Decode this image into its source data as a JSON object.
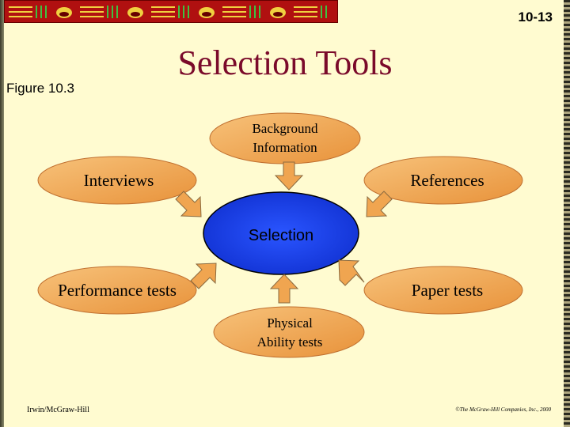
{
  "slide_number": "10-13",
  "figure_label": "Figure 10.3",
  "title": "Selection Tools",
  "nodes": {
    "background": "Background\nInformation",
    "interviews": "Interviews",
    "references": "References",
    "selection": "Selection",
    "performance": "Performance tests",
    "paper": "Paper tests",
    "physical": "Physical\nAbility tests"
  },
  "footer": {
    "left": "Irwin/McGraw-Hill",
    "right": "©The McGraw-Hill Companies, Inc., 2000"
  },
  "colors": {
    "background": "#fffbd0",
    "node_fill": "#f0a550",
    "center_fill": "#2040f0",
    "title": "#7a0a2a",
    "banner": "#b01010"
  }
}
